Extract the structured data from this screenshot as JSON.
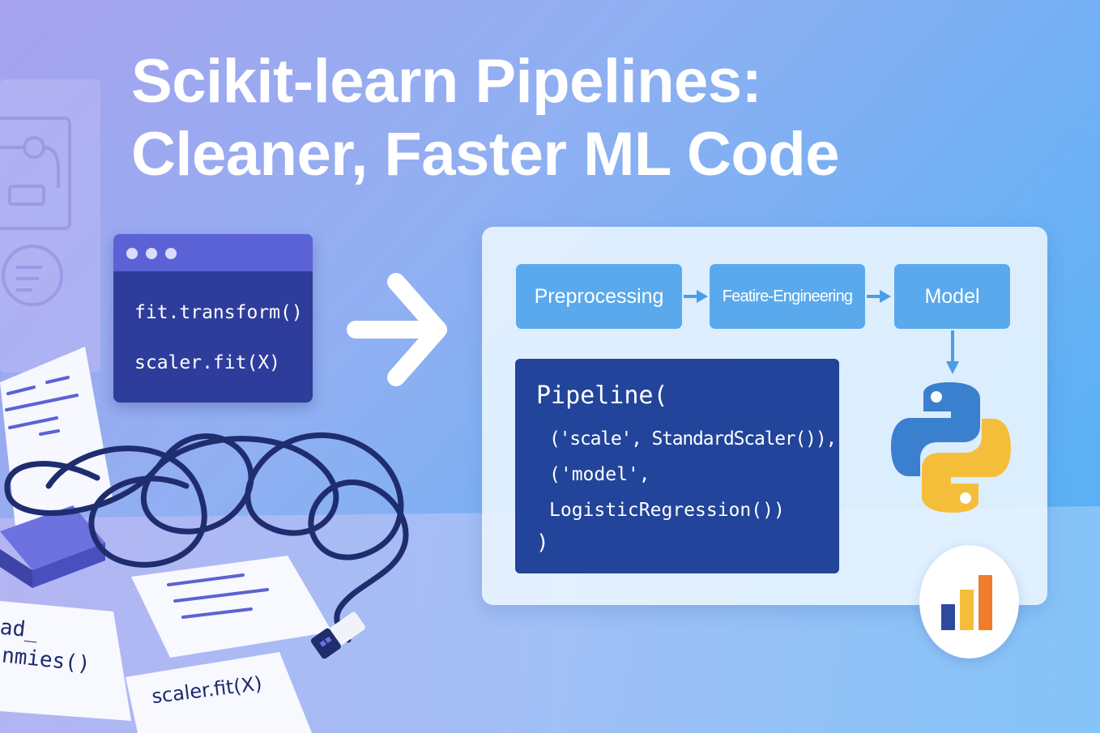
{
  "title": {
    "line1": "Scikit-learn Pipelines:",
    "line2": "Cleaner, Faster ML Code"
  },
  "editor": {
    "lines": [
      "fit.transform()",
      "scaler.fit(X)"
    ]
  },
  "pipeline": {
    "steps": [
      "Preprocessing",
      "Featire-Engineering",
      "Model"
    ],
    "code": [
      "Pipeline(",
      "('scale', StandardScaler()),",
      "('model',",
      "LogisticRegression())",
      ")"
    ]
  },
  "papers": {
    "left_text_1": "ad_",
    "left_text_2": "nmies()",
    "bottom_text": "scaler.fit(X)"
  },
  "icons": [
    "arrow-right-icon",
    "python-logo-icon",
    "bar-chart-icon",
    "usb-cable-icon",
    "flowchart-icon"
  ],
  "colors": {
    "accent_blue": "#5aa9ec",
    "code_bg": "#22449a",
    "python_blue": "#3b7fcf",
    "python_yellow": "#f5be3a",
    "chart_orange": "#f07c2c"
  }
}
